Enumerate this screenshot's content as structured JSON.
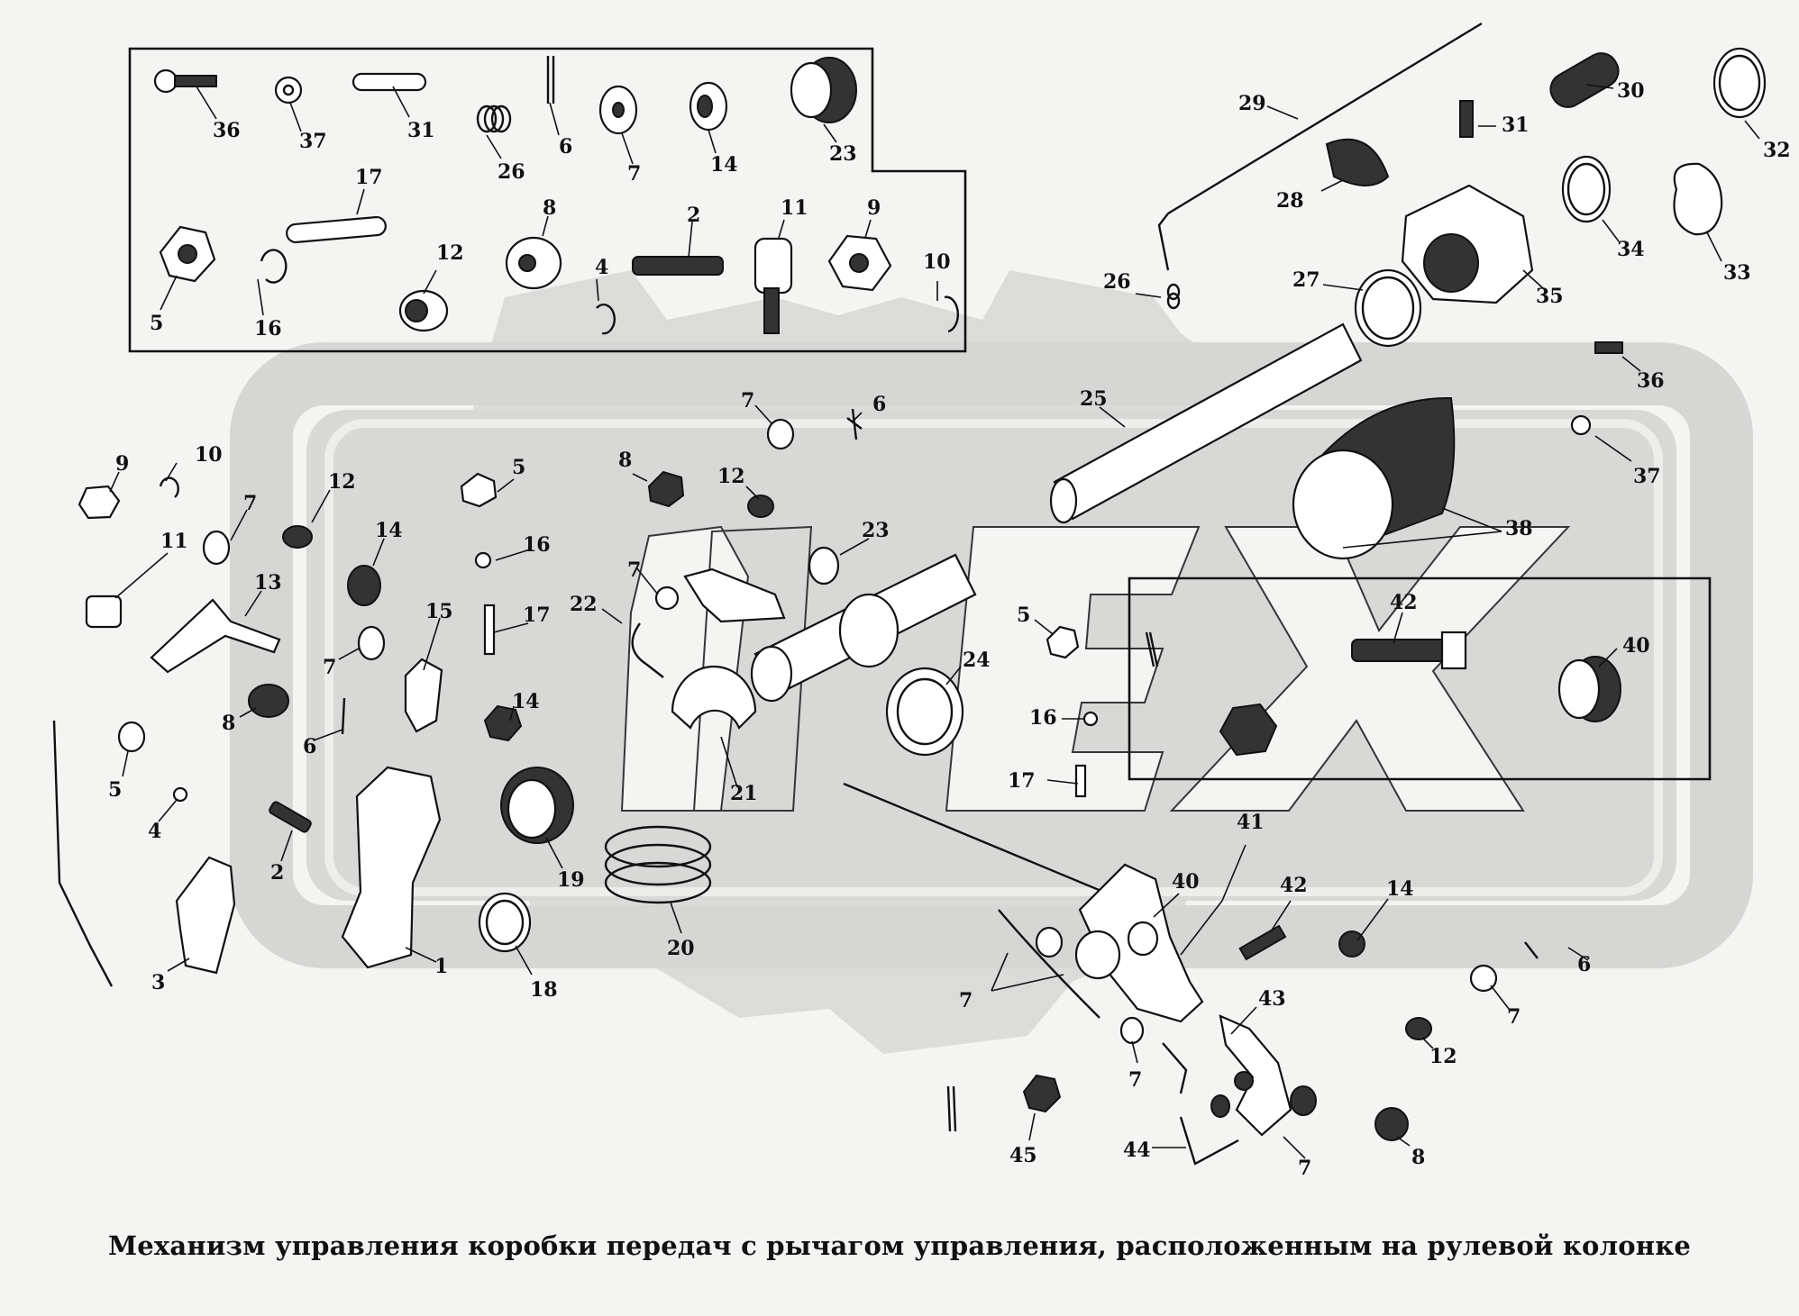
{
  "caption": "Механизм управления коробки передач с рычагом управления, расположенным на рулевой колонке",
  "callouts": {
    "inset_top_left": [
      "36",
      "37",
      "31",
      "26",
      "6",
      "7",
      "14",
      "23",
      "17",
      "5",
      "16",
      "12",
      "8",
      "4",
      "2",
      "11",
      "9",
      "10"
    ],
    "top_right": [
      "29",
      "30",
      "31",
      "32",
      "28",
      "34",
      "33",
      "26",
      "27",
      "35",
      "36",
      "25",
      "37",
      "38"
    ],
    "left_group": [
      "9",
      "10",
      "7",
      "12",
      "11",
      "13",
      "5",
      "14",
      "16",
      "15",
      "17",
      "7",
      "8",
      "6",
      "14",
      "5",
      "4",
      "2",
      "3",
      "1",
      "19",
      "18"
    ],
    "center_group": [
      "7",
      "6",
      "8",
      "12",
      "23",
      "7",
      "22",
      "21",
      "24",
      "20"
    ],
    "right_inset": [
      "5",
      "42",
      "40",
      "16",
      "17"
    ],
    "lower_right": [
      "41",
      "40",
      "42",
      "14",
      "6",
      "7",
      "7",
      "43",
      "7",
      "12",
      "45",
      "44",
      "7",
      "8"
    ]
  }
}
